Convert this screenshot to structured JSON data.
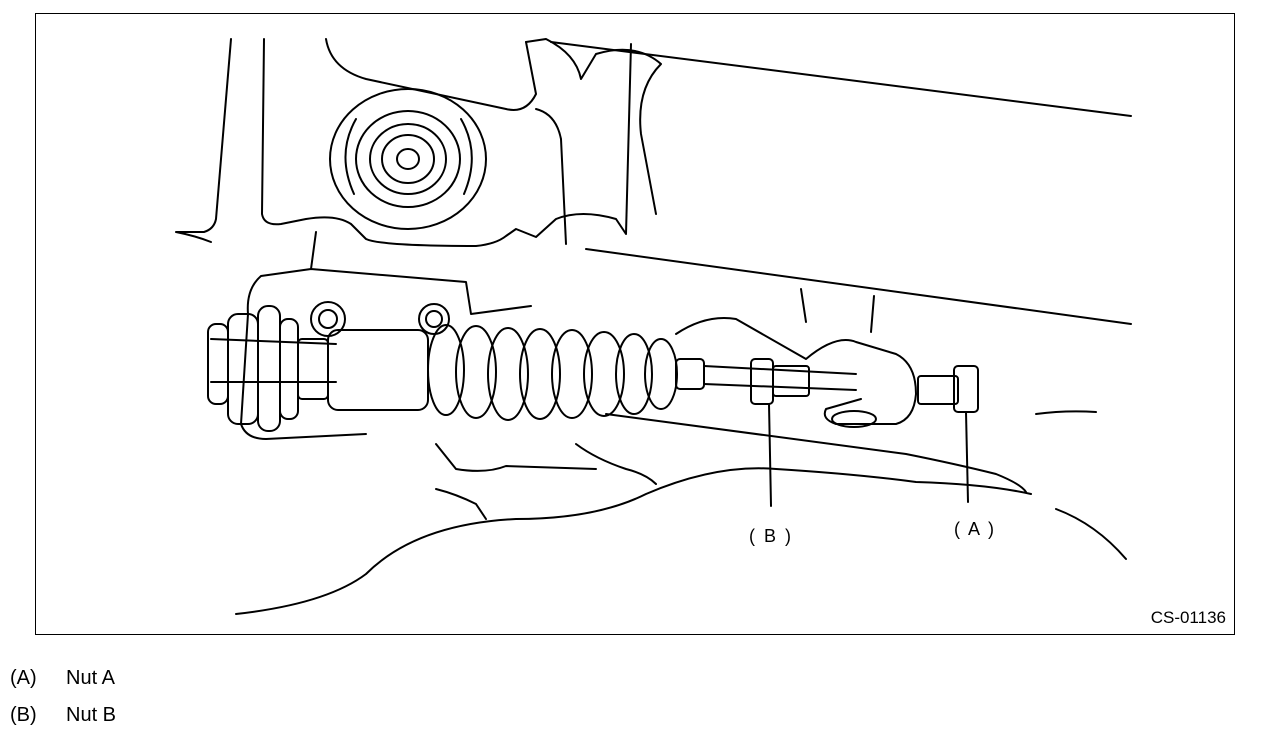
{
  "figure": {
    "code": "CS-01136",
    "callouts": {
      "a": "( A )",
      "b": "( B )"
    }
  },
  "legend": [
    {
      "code": "(A)",
      "label": "Nut A"
    },
    {
      "code": "(B)",
      "label": "Nut B"
    }
  ]
}
